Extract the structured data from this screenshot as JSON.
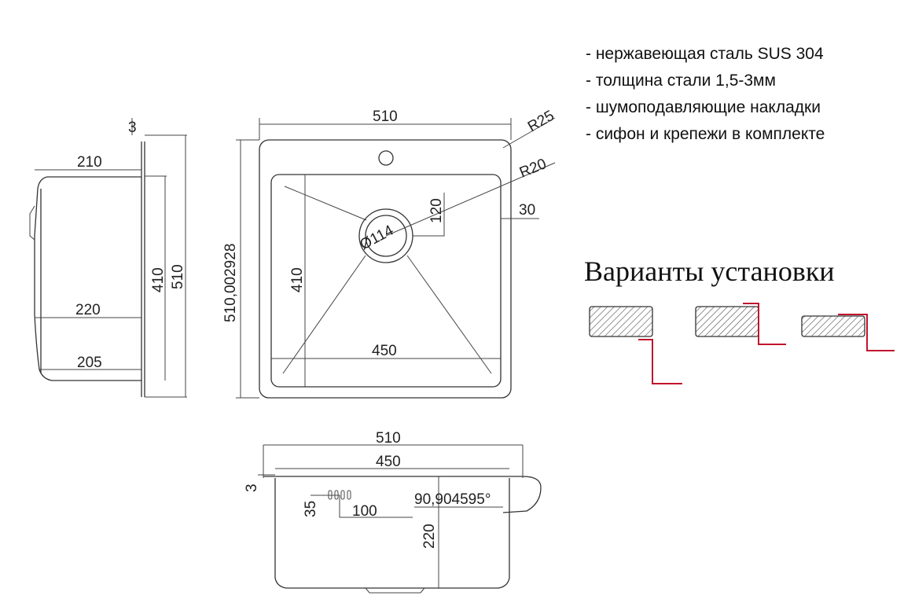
{
  "specs": [
    "- нержавеющая сталь SUS 304",
    "- толщина стали 1,5-3мм",
    "- шумоподавляющие накладки",
    "- сифон и крепежи в комплекте"
  ],
  "install_heading": "Варианты установки",
  "colors": {
    "line": "#333333",
    "accent": "#c0142c"
  },
  "top_view": {
    "width": "510",
    "height": "510,002928",
    "outer_radius": "R25",
    "inner_radius": "R20",
    "drain": "Ø114",
    "drain_offset": "120",
    "rim": "30",
    "bowl_height": "410",
    "bowl_width": "450"
  },
  "side_view": {
    "thickness": "3",
    "top_depth": "210",
    "mid_depth": "220",
    "bottom_depth": "205",
    "bowl_height": "410",
    "total_height": "510"
  },
  "front_view": {
    "width": "510",
    "bowl_width": "450",
    "thickness": "3",
    "overflow_height": "35",
    "overflow_width": "100",
    "angle": "90,904595°",
    "depth": "220"
  }
}
